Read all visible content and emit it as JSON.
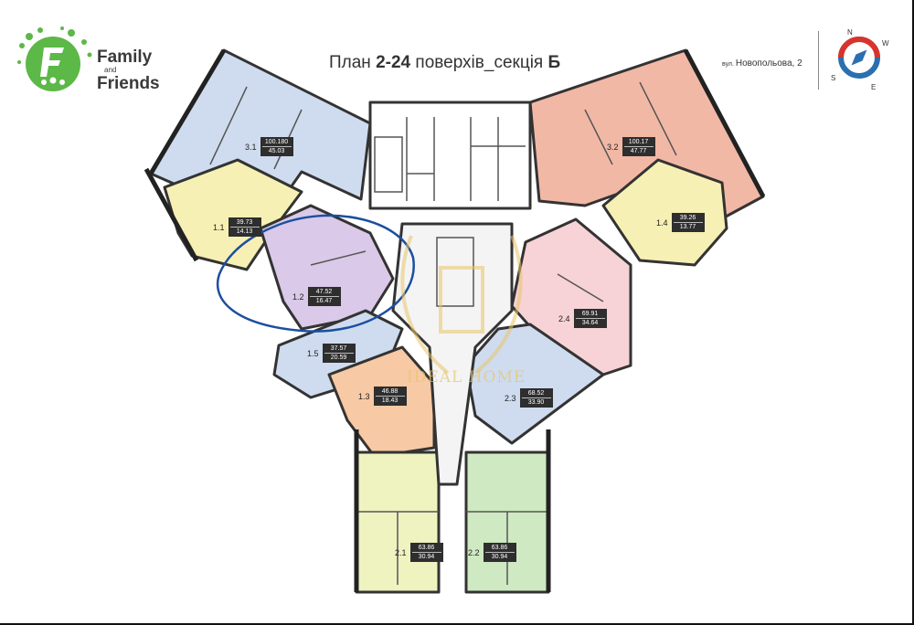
{
  "logo": {
    "line1": "Family",
    "line2": "and",
    "line3": "Friends"
  },
  "title": {
    "prefix": "План ",
    "floors": "2-24",
    "middle": " поверхів_секція ",
    "section": "Б"
  },
  "address": {
    "prefix": "вул. ",
    "street": "Новопольова, 2"
  },
  "compass": {
    "n": "N",
    "s": "S",
    "w": "W",
    "e": "E"
  },
  "watermark": "IDEAL HOME",
  "colors": {
    "blue": "#cfdcef",
    "salmon": "#f2b8a6",
    "yellow": "#f6f0b4",
    "purple": "#dac9e8",
    "pink": "#f7d2d6",
    "orange": "#f7c9a4",
    "green_light": "#eef3c0",
    "green": "#cfe9c2",
    "highlight": "#1b4fa0"
  },
  "units": [
    {
      "id": "3.1",
      "area": "100.180",
      "living": "45.03",
      "color": "blue"
    },
    {
      "id": "3.2",
      "area": "100.17",
      "living": "47.77",
      "color": "salmon"
    },
    {
      "id": "1.1",
      "area": "39.73",
      "living": "14.13",
      "color": "yellow"
    },
    {
      "id": "1.4",
      "area": "39.26",
      "living": "13.77",
      "color": "yellow"
    },
    {
      "id": "1.2",
      "area": "47.52",
      "living": "16.47",
      "color": "purple"
    },
    {
      "id": "2.4",
      "area": "69.91",
      "living": "34.64",
      "color": "pink"
    },
    {
      "id": "1.5",
      "area": "37.57",
      "living": "20.59",
      "color": "blue"
    },
    {
      "id": "1.3",
      "area": "46.88",
      "living": "18.43",
      "color": "orange"
    },
    {
      "id": "2.3",
      "area": "68.52",
      "living": "33.90",
      "color": "blue"
    },
    {
      "id": "2.1",
      "area": "63.86",
      "living": "30.94",
      "color": "green_light"
    },
    {
      "id": "2.2",
      "area": "63.86",
      "living": "30.94",
      "color": "green"
    }
  ]
}
